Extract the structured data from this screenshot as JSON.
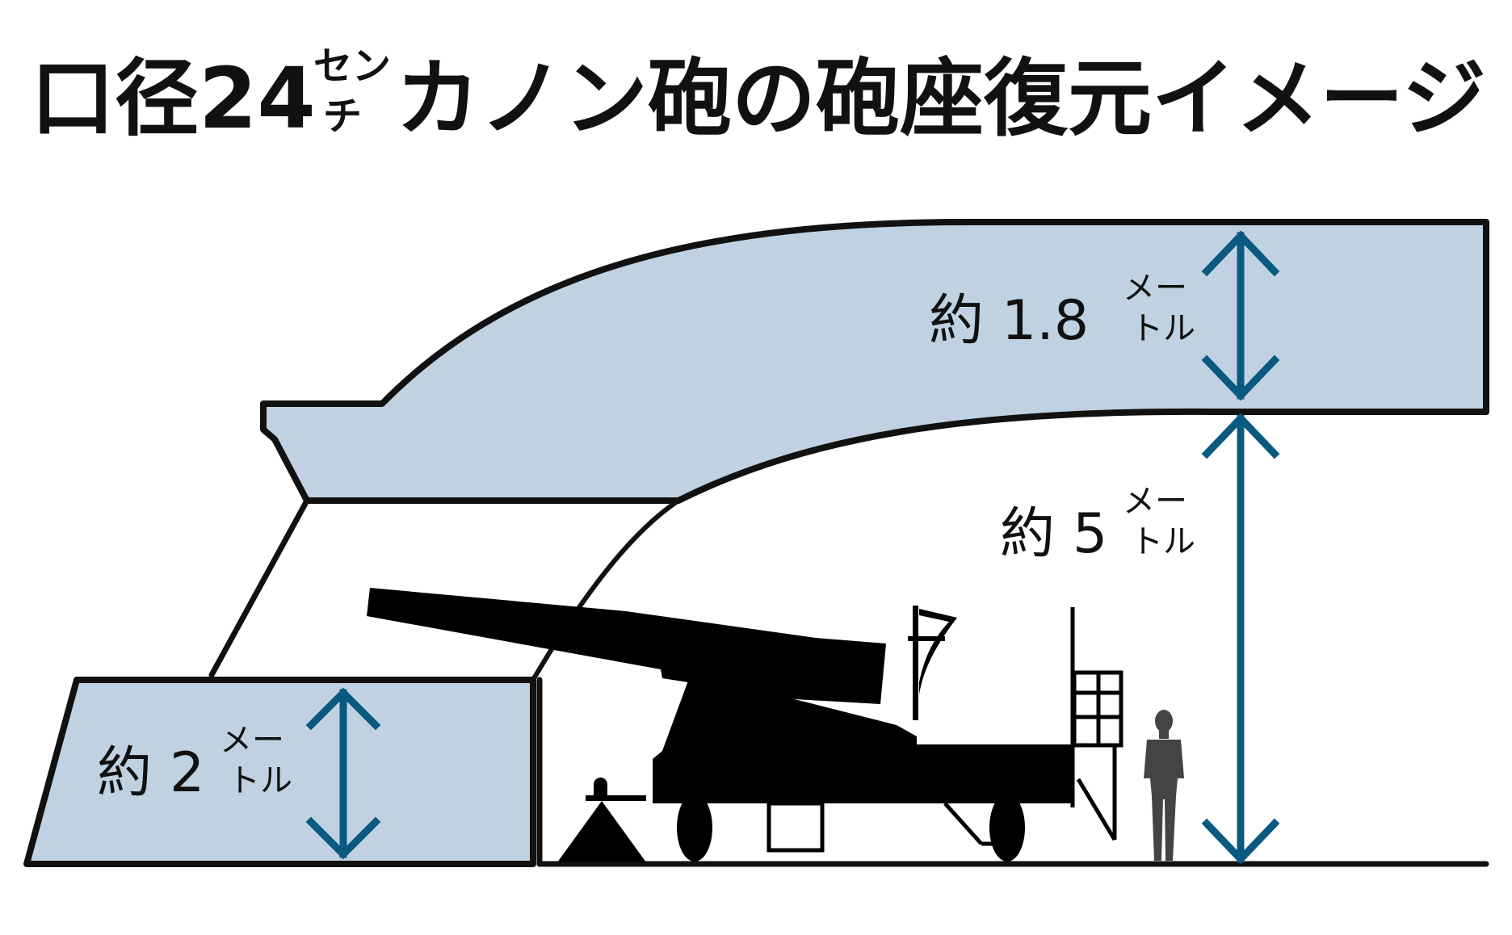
{
  "title": {
    "part1": "口径24",
    "unit_top": "セン",
    "unit_bottom": "チ",
    "part2": "カノン砲の砲座復元イメージ"
  },
  "dimensions": {
    "roof_thickness": {
      "prefix": "約",
      "value": "1.8",
      "unit_top": "メー",
      "unit_bottom": "トル"
    },
    "interior_height": {
      "prefix": "約",
      "value": "5",
      "unit_top": "メー",
      "unit_bottom": "トル"
    },
    "front_wall_height": {
      "prefix": "約",
      "value": "2",
      "unit_top": "メー",
      "unit_bottom": "トル"
    }
  },
  "colors": {
    "concrete_fill": "#c0d2e1",
    "outline": "#111111",
    "arrow": "#0a5a80",
    "cannon": "#000000",
    "human": "#444444",
    "background": "#ffffff"
  },
  "icons": {
    "cannon": "cannon-silhouette",
    "human": "human-silhouette",
    "arrow": "double-headed-arrow"
  }
}
